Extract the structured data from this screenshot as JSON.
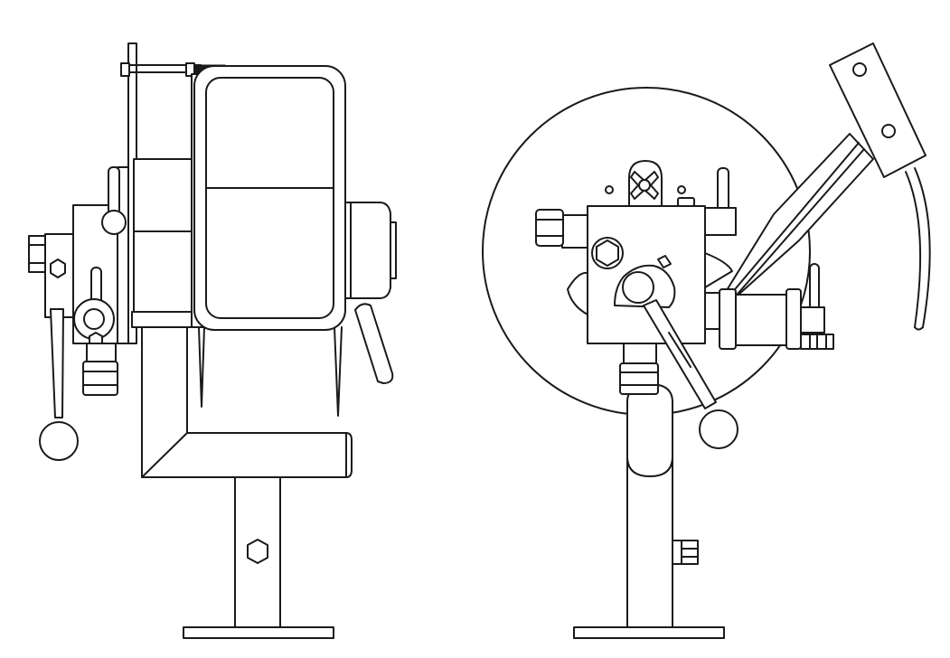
{
  "figure": {
    "views": [
      {
        "view": "side",
        "parts": [
          "base-plate",
          "column",
          "body-frame",
          "grinding-wheel-guard",
          "spindle-hub",
          "adjustment-lever",
          "lock-handle",
          "ball-knob",
          "hex-bolt",
          "pivot-knob"
        ]
      },
      {
        "view": "front",
        "parts": [
          "base-plate",
          "column",
          "grinding-wheel",
          "clamp-block",
          "wing-nut",
          "indexing-lever",
          "ball-knob",
          "tool-rest-arm",
          "mounting-plate",
          "hex-nut",
          "support-rod"
        ]
      }
    ],
    "colors": {
      "stroke": "#1a1a1a",
      "background": "#ffffff"
    }
  }
}
